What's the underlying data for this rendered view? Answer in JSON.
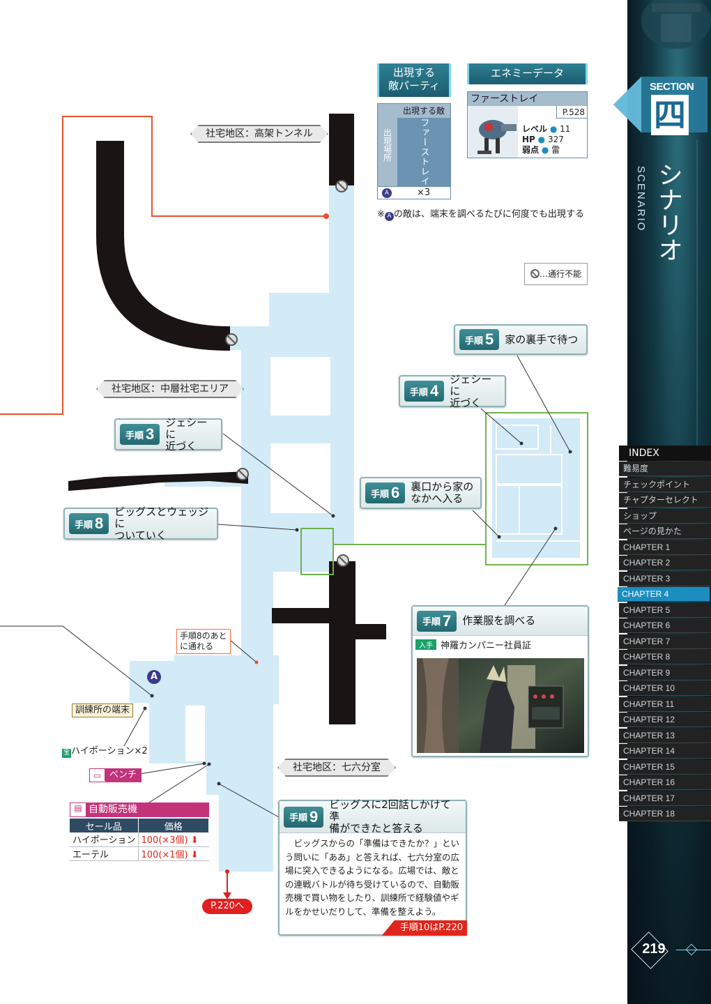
{
  "areas": {
    "tunnel": "社宅地区：高架トンネル",
    "mid_residential": "社宅地区：中層社宅エリア",
    "rokuroku": "社宅地区：七六分室"
  },
  "enemy_party": {
    "title": "出現する\n敵パーティ",
    "col_header": "出現する敵",
    "row_header": "出現場所",
    "enemy": "ファーストレイ",
    "location_mark": "A",
    "count": "×3",
    "note_prefix": "※",
    "note_mark": "A",
    "note_text": "の敵は、端末を調べるたびに何度でも出現する"
  },
  "enemy_data": {
    "title": "エネミーデータ",
    "name": "ファーストレイ",
    "page": "P.528",
    "level_label": "レベル",
    "level": "11",
    "hp_label": "HP",
    "hp": "327",
    "weak_label": "弱点",
    "weak": "雷"
  },
  "legend": {
    "no_pass": "…通行不能"
  },
  "steps": [
    {
      "label": "手順",
      "num": "3",
      "text": "ジェシーに\n近づく"
    },
    {
      "label": "手順",
      "num": "4",
      "text": "ジェシーに\n近づく"
    },
    {
      "label": "手順",
      "num": "5",
      "text": "家の裏手で待つ"
    },
    {
      "label": "手順",
      "num": "6",
      "text": "裏口から家の\nなかへ入る"
    },
    {
      "label": "手順",
      "num": "7",
      "text": "作業服を調べる"
    },
    {
      "label": "手順",
      "num": "8",
      "text": "ビッグスとウェッジに\nついていく"
    },
    {
      "label": "手順",
      "num": "9",
      "text": "ビッグスに2回話しかけて準\n備ができたと答える"
    }
  ],
  "step7": {
    "get_label": "入手",
    "item": "神羅カンパニー社員証"
  },
  "step9": {
    "body": "ビッグスからの「準備はできたか？」という問いに「ああ」と答えれば、七六分室の広場に突入できるようになる。広場では、敵との連戦バトルが待ち受けているので、自動販売機で買い物をしたり、訓練所で経験値やギルをかせいだりして、準備を整えよう。",
    "next": "手順10はP.220"
  },
  "markers": {
    "after8": "手順8のあと\nに通れる",
    "terminal": "訓練所の端末",
    "potion_icon": "宝",
    "potion": "ハイポーション×2",
    "bench": "ベンチ",
    "point_a": "A",
    "exit": "P.220へ"
  },
  "vending": {
    "title": "自動販売機",
    "headers": [
      "セール品",
      "価格"
    ],
    "rows": [
      {
        "item": "ハイポーション",
        "price": "100(×3個)"
      },
      {
        "item": "エーテル",
        "price": "100(×1個)"
      }
    ]
  },
  "side": {
    "section_label": "SECTION",
    "section_kanji": "四",
    "scenario_en": "SCENARIO",
    "scenario_jp": "シナリオ",
    "index_title": "INDEX",
    "index_items": [
      "難易度",
      "チェックポイント",
      "チャプターセレクト",
      "ショップ",
      "ページの見かた",
      "CHAPTER 1",
      "CHAPTER 2",
      "CHAPTER 3",
      "CHAPTER 4",
      "CHAPTER 5",
      "CHAPTER 6",
      "CHAPTER 7",
      "CHAPTER 8",
      "CHAPTER 9",
      "CHAPTER 10",
      "CHAPTER 11",
      "CHAPTER 12",
      "CHAPTER 13",
      "CHAPTER 14",
      "CHAPTER 15",
      "CHAPTER 16",
      "CHAPTER 17",
      "CHAPTER 18"
    ],
    "active_index": 8,
    "page_number": "219"
  },
  "colors": {
    "walkway": "#d3eaf7",
    "wall": "#1a1414",
    "route": "#e8512d",
    "accent": "#1d8dc0"
  }
}
